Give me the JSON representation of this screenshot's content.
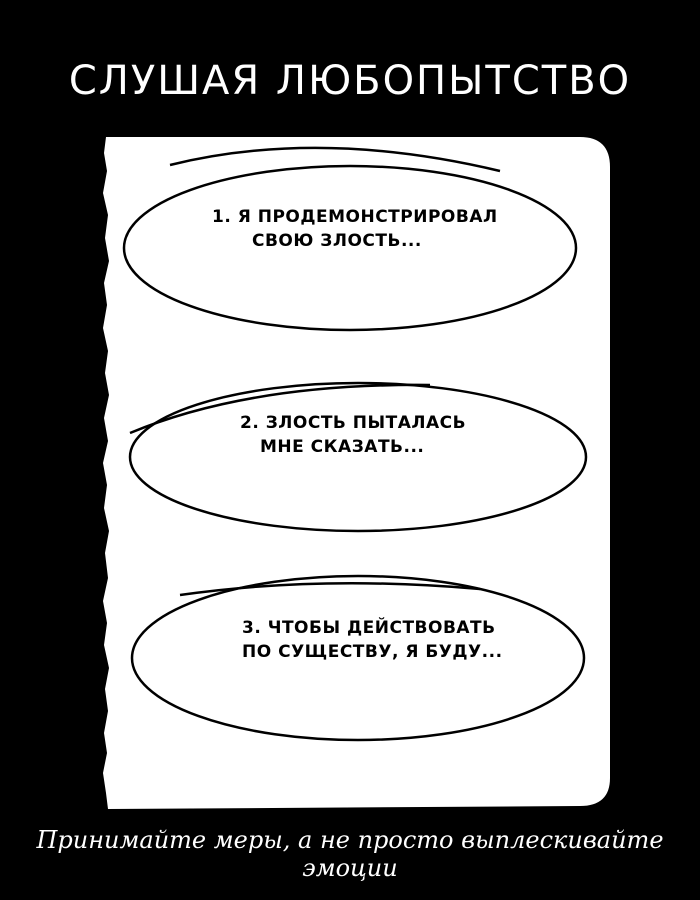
{
  "title": "СЛУШАЯ ЛЮБОПЫТСТВО",
  "worksheet": {
    "prompts": [
      {
        "number": "1.",
        "line1": "1. Я ПРОДЕМОНСТРИРОВАЛ",
        "line2": "СВОЮ ЗЛОСТЬ..."
      },
      {
        "number": "2.",
        "line1": "2. ЗЛОСТЬ ПЫТАЛАСЬ",
        "line2": "МНЕ СКАЗАТЬ..."
      },
      {
        "number": "3.",
        "line1": "3. ЧТОБЫ ДЕЙСТВОВАТЬ",
        "line2": "ПО СУЩЕСТВУ, Я БУДУ..."
      }
    ]
  },
  "caption": "Принимайте меры, а не просто выплескивайте эмоции",
  "colors": {
    "background": "#000000",
    "paper": "#ffffff",
    "ink": "#000000"
  }
}
